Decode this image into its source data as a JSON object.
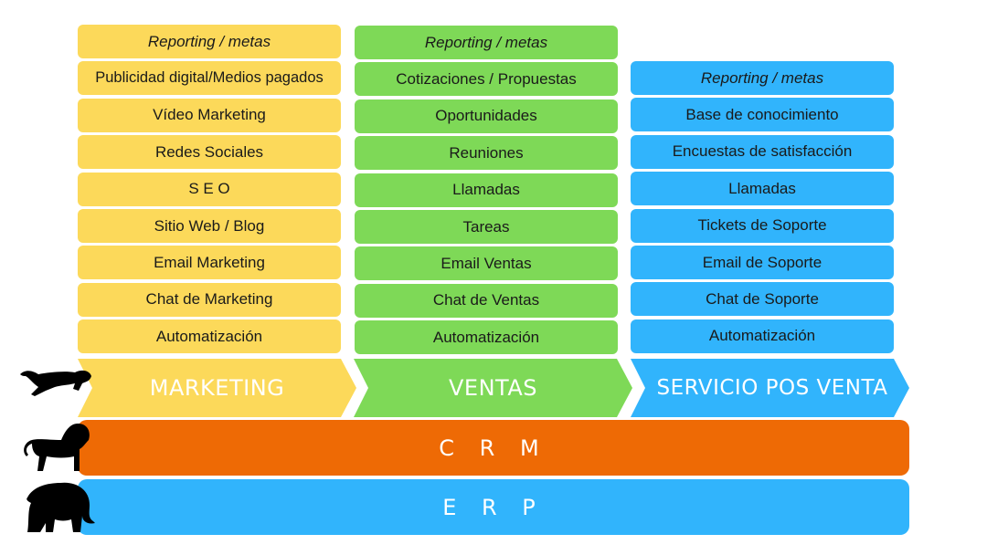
{
  "colors": {
    "marketing": "#FCD95A",
    "ventas": "#7ED957",
    "servicio": "#31B4FC",
    "crm": "#EE6A05",
    "erp": "#31B4FC"
  },
  "columns": [
    {
      "id": "marketing",
      "label": "MARKETING",
      "items": [
        "Reporting / metas",
        "Publicidad digital/Medios pagados",
        "Vídeo Marketing",
        "Redes Sociales",
        "S E O",
        "Sitio Web / Blog",
        "Email Marketing",
        "Chat de Marketing",
        "Automatización"
      ]
    },
    {
      "id": "ventas",
      "label": "VENTAS",
      "items": [
        "Reporting / metas",
        "Cotizaciones / Propuestas",
        "Oportunidades",
        "Reuniones",
        "Llamadas",
        "Tareas",
        "Email Ventas",
        "Chat de Ventas",
        "Automatización"
      ]
    },
    {
      "id": "servicio",
      "label": "SERVICIO POS VENTA",
      "items": [
        "Reporting / metas",
        "Base de conocimiento",
        "Encuestas de satisfacción",
        "Llamadas",
        "Tickets de Soporte",
        "Email de Soporte",
        "Chat de Soporte",
        "Automatización"
      ]
    }
  ],
  "crm": {
    "label": "C R M"
  },
  "erp": {
    "label": "E R P"
  },
  "icons": {
    "marketing": "panther-icon",
    "crm": "lion-icon",
    "erp": "elephant-icon"
  }
}
